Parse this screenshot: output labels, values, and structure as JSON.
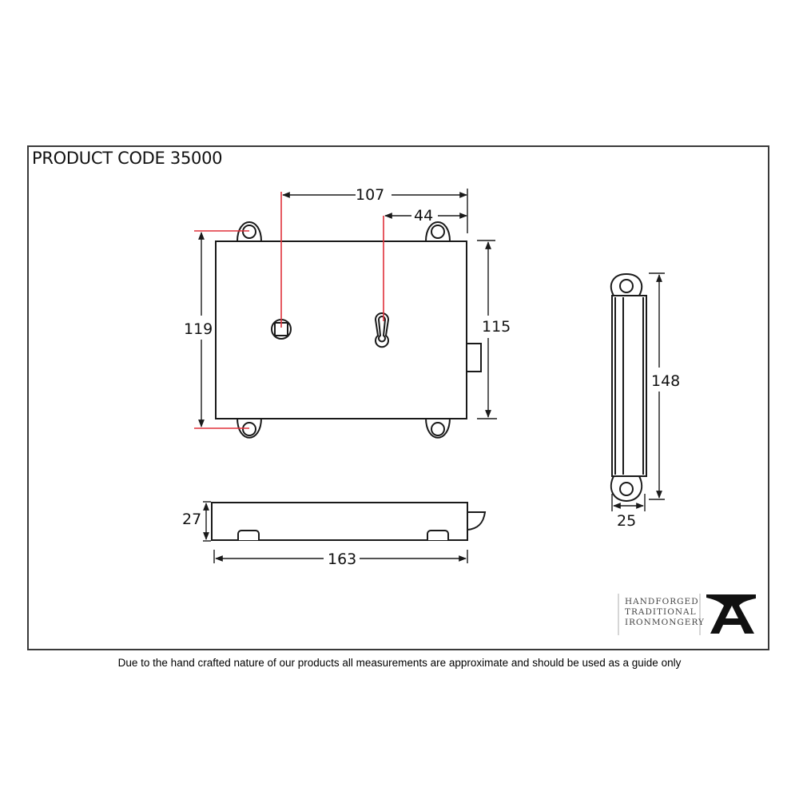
{
  "header": {
    "title": "PRODUCT CODE 35000"
  },
  "footer": {
    "disclaimer": "Due to the hand crafted nature of our products all measurements are approximate and should be used as a guide only"
  },
  "brand": {
    "lines": [
      "HANDFORGED",
      "TRADITIONAL",
      "IRONMONGERY"
    ],
    "logo_icon": "anvil-a-icon"
  },
  "dimensions": {
    "spindle_to_edge": "107",
    "keyhole_to_edge": "44",
    "fixing_height": "119",
    "body_height": "115",
    "depth": "27",
    "overall_width": "163",
    "keep_height": "148",
    "keep_width": "25"
  },
  "colors": {
    "line": "#1a1a1a",
    "reference_line": "#e0303a",
    "frame": "#3a3a3a"
  }
}
